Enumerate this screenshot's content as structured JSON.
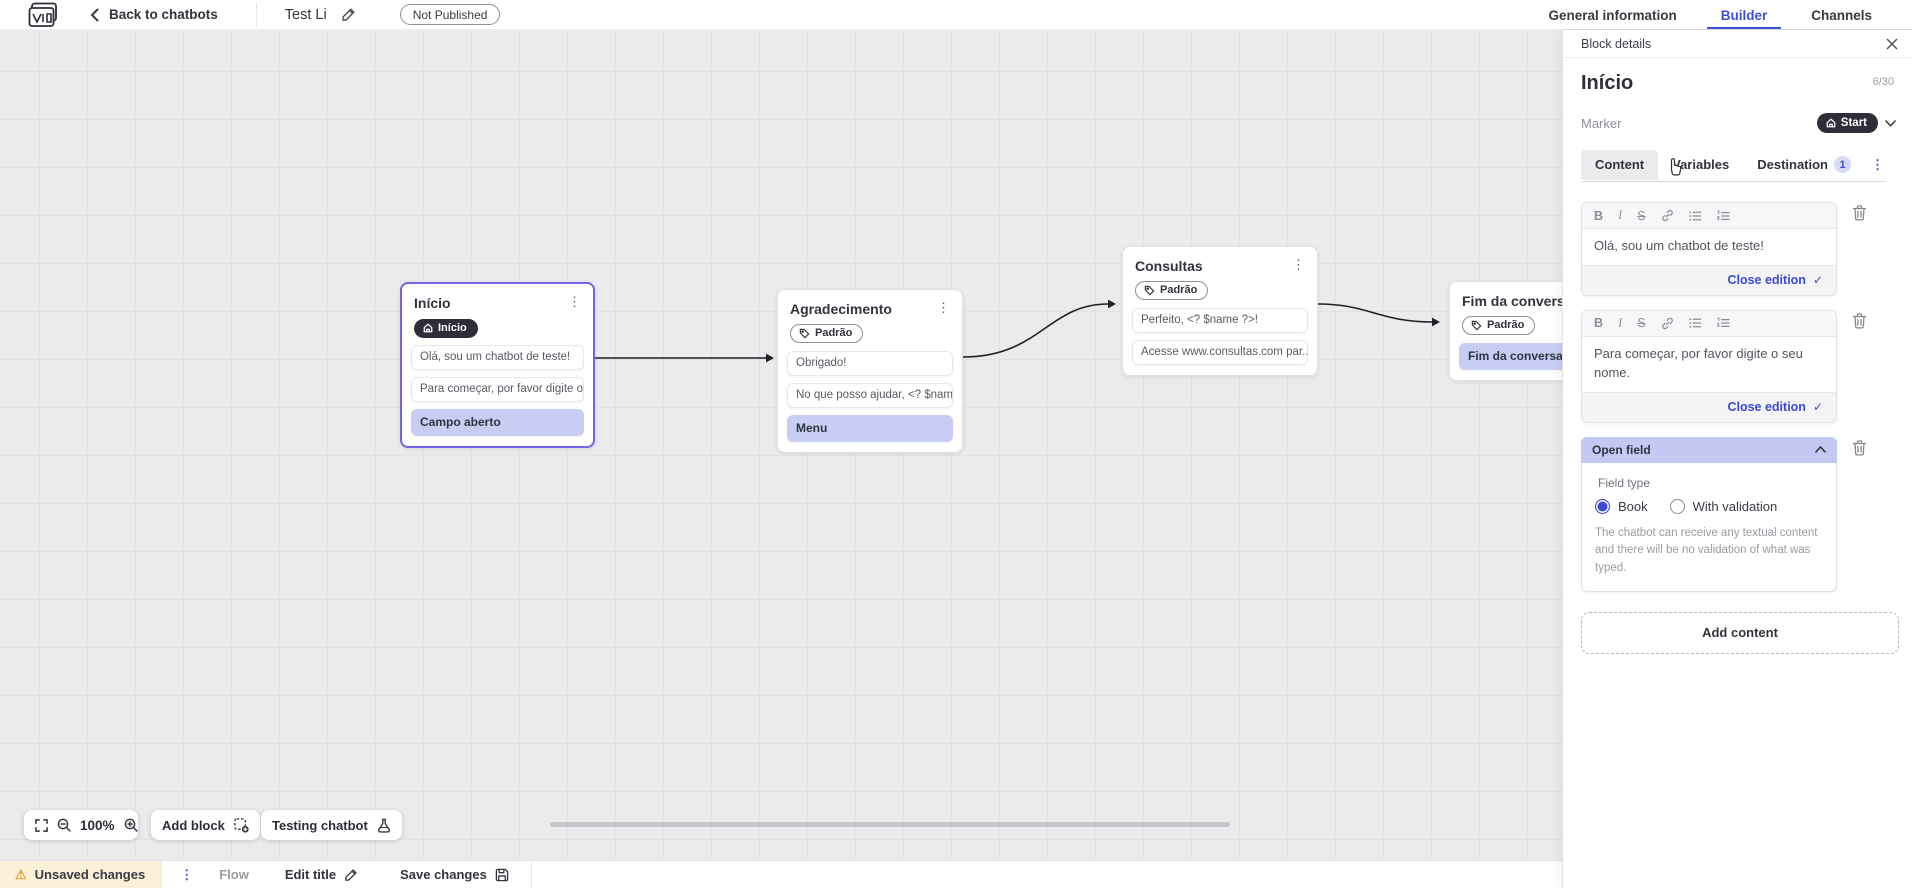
{
  "topbar": {
    "back_label": "Back to chatbots",
    "flow_title": "Test Li",
    "status_badge": "Not Published",
    "tabs": [
      {
        "label": "General information",
        "active": false
      },
      {
        "label": "Builder",
        "active": true
      },
      {
        "label": "Channels",
        "active": false
      }
    ]
  },
  "canvas": {
    "blocks": [
      {
        "title": "Início",
        "marker": "Início",
        "selected": true,
        "items": [
          {
            "text": "Olá, sou um chatbot de teste!",
            "highlight": false
          },
          {
            "text": "Para começar, por favor digite o ...",
            "highlight": false
          },
          {
            "text": "Campo aberto",
            "highlight": true
          }
        ]
      },
      {
        "title": "Agradecimento",
        "marker": "Padrão",
        "selected": false,
        "items": [
          {
            "text": "Obrigado!",
            "highlight": false
          },
          {
            "text": "No que posso ajudar, <? $name ...",
            "highlight": false
          },
          {
            "text": "Menu",
            "highlight": true
          }
        ]
      },
      {
        "title": "Consultas",
        "marker": "Padrão",
        "selected": false,
        "items": [
          {
            "text": "Perfeito, <? $name ?>!",
            "highlight": false
          },
          {
            "text": "Acesse www.consultas.com par...",
            "highlight": false
          }
        ]
      },
      {
        "title": "Fim da conversa",
        "marker": "Padrão",
        "selected": false,
        "items": [
          {
            "text": "Fim da conversa",
            "highlight": true
          }
        ]
      }
    ],
    "controls": {
      "zoom_level": "100%",
      "add_block_label": "Add block",
      "testing_label": "Testing chatbot"
    }
  },
  "panel": {
    "header": "Block details",
    "block_name": "Início",
    "char_count": "6/30",
    "marker_label": "Marker",
    "marker_value": "Start",
    "tabs": [
      {
        "label": "Content",
        "active": true
      },
      {
        "label": "Variables",
        "active": false
      },
      {
        "label": "Destination",
        "badge": "1",
        "active": false
      }
    ],
    "toolbar": {
      "bold": "B",
      "italic": "I",
      "strike": "S"
    },
    "editors": [
      {
        "text": "Olá, sou um chatbot de teste!",
        "close_label": "Close edition"
      },
      {
        "text": "Para começar, por favor digite o seu nome.",
        "close_label": "Close edition"
      }
    ],
    "open_field": {
      "title": "Open field",
      "field_type_label": "Field type",
      "options": [
        {
          "label": "Book",
          "selected": true
        },
        {
          "label": "With validation",
          "selected": false
        }
      ],
      "description": "The chatbot can receive any textual content and there will be no validation of what was typed."
    },
    "add_content_label": "Add content"
  },
  "bottombar": {
    "unsaved_label": "Unsaved changes",
    "flow_label": "Flow",
    "edit_title_label": "Edit title",
    "save_label": "Save changes"
  },
  "icons": {
    "menu_dots": "⋮",
    "check": "✓",
    "warning": "⚠"
  },
  "colors": {
    "accent_blue": "#3f4fd8",
    "selected_border": "#7166e3",
    "highlight_lavender": "#c7cdf3",
    "open_field_header": "#c3c9f2",
    "dark_pill": "#2e2e3a",
    "unsaved_bg": "#faf0d9",
    "canvas_bg": "#ebebed"
  }
}
